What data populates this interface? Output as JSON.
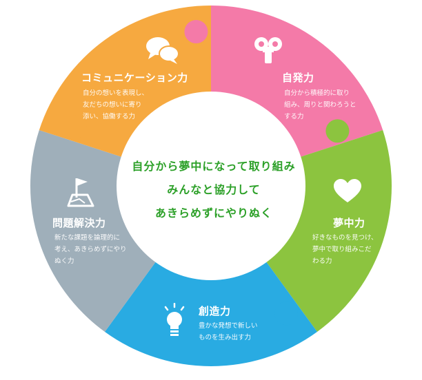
{
  "center": {
    "lines": [
      "自分から夢中になって取り組み",
      "みんなと協力して",
      "あきらめずにやりぬく"
    ],
    "color": "#2ca028"
  },
  "segments": {
    "communication": {
      "title": "コミュニケーション力",
      "desc": "自分の想いを表現し、\n友だちの想いに寄り\n添い、協働する力",
      "color": "#f6a940",
      "icon": "speech-bubbles-icon"
    },
    "independence": {
      "title": "自発力",
      "desc": "自分から積極的に取り\n組み、周りと関わろうと\nする力",
      "color": "#f47aa8",
      "icon": "key-head-icon"
    },
    "passion": {
      "title": "夢中力",
      "desc": "好きなものを見つけ、\n夢中で取り組みこだ\nわる力",
      "color": "#8cc43f",
      "icon": "heart-icon"
    },
    "creativity": {
      "title": "創造力",
      "desc": "豊かな発想で新しい\nものを生み出す力",
      "color": "#29abe2",
      "icon": "light-bulb-icon"
    },
    "problem_solving": {
      "title": "問題解決力",
      "desc": "新たな課題を論理的に\n考え、あきらめずにやり\nぬく力",
      "color": "#9fafba",
      "icon": "flag-map-icon"
    }
  }
}
